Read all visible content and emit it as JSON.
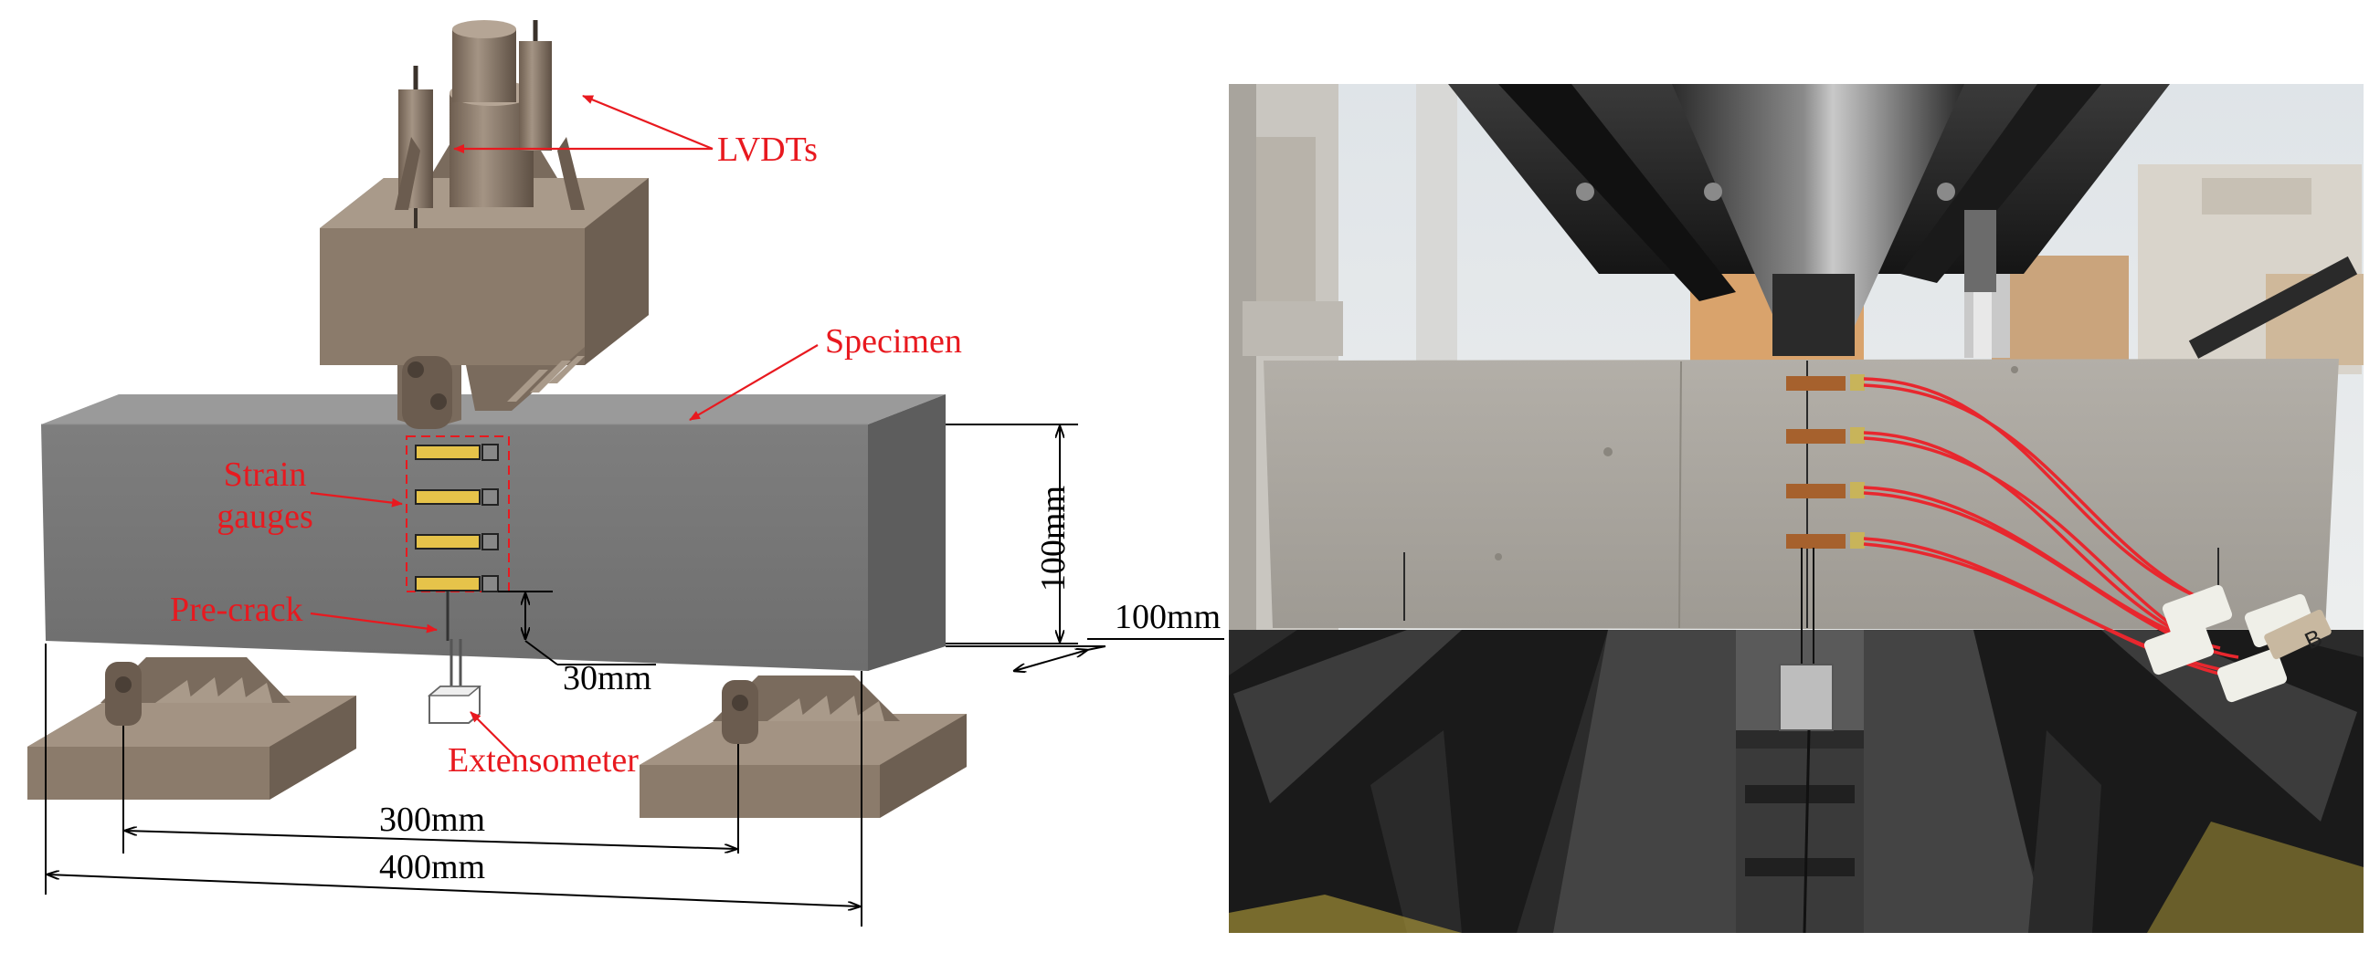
{
  "labels": {
    "lvdts": "LVDTs",
    "specimen": "Specimen",
    "strain_gauges_line1": "Strain",
    "strain_gauges_line2": "gauges",
    "pre_crack": "Pre-crack",
    "extensometer": "Extensometer",
    "dim_height": "100mm",
    "dim_depth": "100mm",
    "dim_crack": "30mm",
    "dim_span": "300mm",
    "dim_length": "400mm"
  },
  "photo": {
    "tag_text": "B"
  },
  "colors": {
    "annotation_red": "#e8191f",
    "specimen_gray": "#7b7b7b",
    "support_brown": "#8b7b6b",
    "gauge_yellow": "#e6c34a",
    "wire_red": "#e8272e"
  }
}
